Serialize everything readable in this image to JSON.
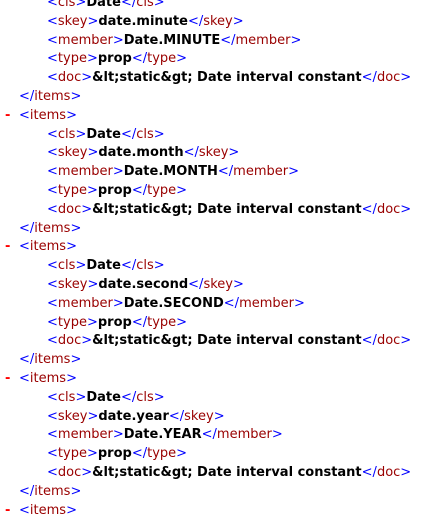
{
  "toggle_symbol": "-",
  "lines": [
    {
      "kind": "field",
      "tag": "cls",
      "value": "Date"
    },
    {
      "kind": "field",
      "tag": "skey",
      "value": "date.minute"
    },
    {
      "kind": "field",
      "tag": "member",
      "value": "Date.MINUTE"
    },
    {
      "kind": "field",
      "tag": "type",
      "value": "prop"
    },
    {
      "kind": "field",
      "tag": "doc",
      "value": "&lt;static&gt; Date interval constant"
    },
    {
      "kind": "close",
      "tag": "items"
    },
    {
      "kind": "open",
      "tag": "items"
    },
    {
      "kind": "field",
      "tag": "cls",
      "value": "Date"
    },
    {
      "kind": "field",
      "tag": "skey",
      "value": "date.month"
    },
    {
      "kind": "field",
      "tag": "member",
      "value": "Date.MONTH"
    },
    {
      "kind": "field",
      "tag": "type",
      "value": "prop"
    },
    {
      "kind": "field",
      "tag": "doc",
      "value": "&lt;static&gt; Date interval constant"
    },
    {
      "kind": "close",
      "tag": "items"
    },
    {
      "kind": "open",
      "tag": "items"
    },
    {
      "kind": "field",
      "tag": "cls",
      "value": "Date"
    },
    {
      "kind": "field",
      "tag": "skey",
      "value": "date.second"
    },
    {
      "kind": "field",
      "tag": "member",
      "value": "Date.SECOND"
    },
    {
      "kind": "field",
      "tag": "type",
      "value": "prop"
    },
    {
      "kind": "field",
      "tag": "doc",
      "value": "&lt;static&gt; Date interval constant"
    },
    {
      "kind": "close",
      "tag": "items"
    },
    {
      "kind": "open",
      "tag": "items"
    },
    {
      "kind": "field",
      "tag": "cls",
      "value": "Date"
    },
    {
      "kind": "field",
      "tag": "skey",
      "value": "date.year"
    },
    {
      "kind": "field",
      "tag": "member",
      "value": "Date.YEAR"
    },
    {
      "kind": "field",
      "tag": "type",
      "value": "prop"
    },
    {
      "kind": "field",
      "tag": "doc",
      "value": "&lt;static&gt; Date interval constant"
    },
    {
      "kind": "close",
      "tag": "items"
    },
    {
      "kind": "open",
      "tag": "items"
    }
  ]
}
